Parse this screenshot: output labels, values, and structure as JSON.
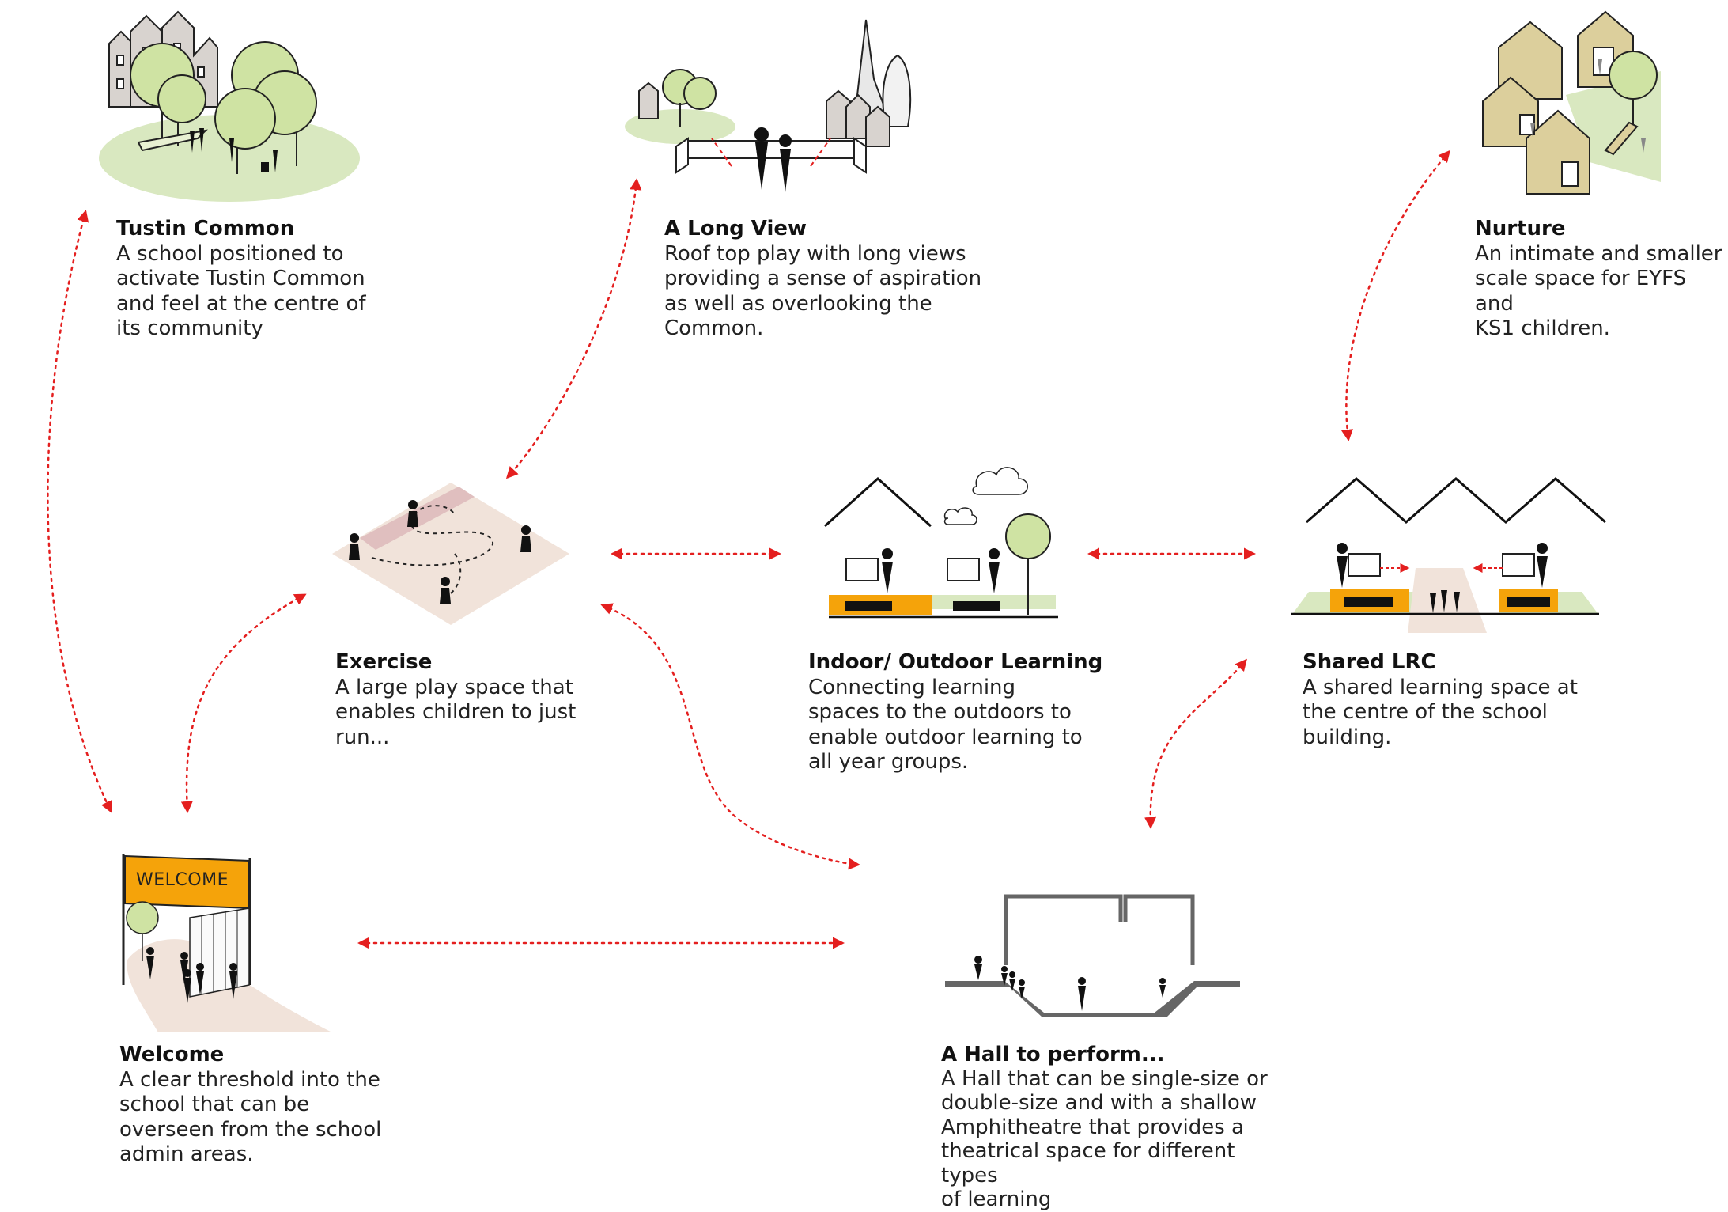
{
  "colors": {
    "arrow": "#e41f1f",
    "accent_orange": "#f5a30a",
    "tree_green": "#cfe3a3",
    "ground_green": "#d9e8c0",
    "house_grey": "#d8d3cf",
    "nurture_house": "#dccf9c",
    "sand": "#f1e3da",
    "hall_grey": "#666666"
  },
  "nodes": {
    "tustin": {
      "title": "Tustin Common",
      "lines": [
        "A school positioned to",
        "activate Tustin Common",
        "and feel at the centre of",
        "its community"
      ]
    },
    "longview": {
      "title": "A Long View",
      "lines": [
        "Roof top play with long views",
        "providing a sense of aspiration",
        "as well as overlooking the",
        "Common."
      ]
    },
    "nurture": {
      "title": "Nurture",
      "lines": [
        "An intimate and smaller",
        "scale space for EYFS and",
        "KS1 children."
      ]
    },
    "exercise": {
      "title": "Exercise",
      "lines": [
        "A large play space that",
        "enables children to just",
        "run..."
      ]
    },
    "indoor": {
      "title": "Indoor/ Outdoor Learning",
      "lines": [
        "Connecting learning",
        "spaces to the outdoors to",
        "enable outdoor learning to",
        "all year groups."
      ]
    },
    "lrc": {
      "title": "Shared LRC",
      "lines": [
        "A shared learning space at",
        "the centre of the school",
        "building."
      ]
    },
    "welcome": {
      "title": "Welcome",
      "lines": [
        "A clear threshold into the",
        "school that can be",
        "overseen from the school",
        "admin areas."
      ],
      "sign": "WELCOME"
    },
    "hall": {
      "title": "A Hall to perform...",
      "lines": [
        "A Hall that can be single-size or",
        "double-size and with a shallow",
        "Amphitheatre that provides a",
        "theatrical space for different types",
        "of learning"
      ]
    }
  }
}
